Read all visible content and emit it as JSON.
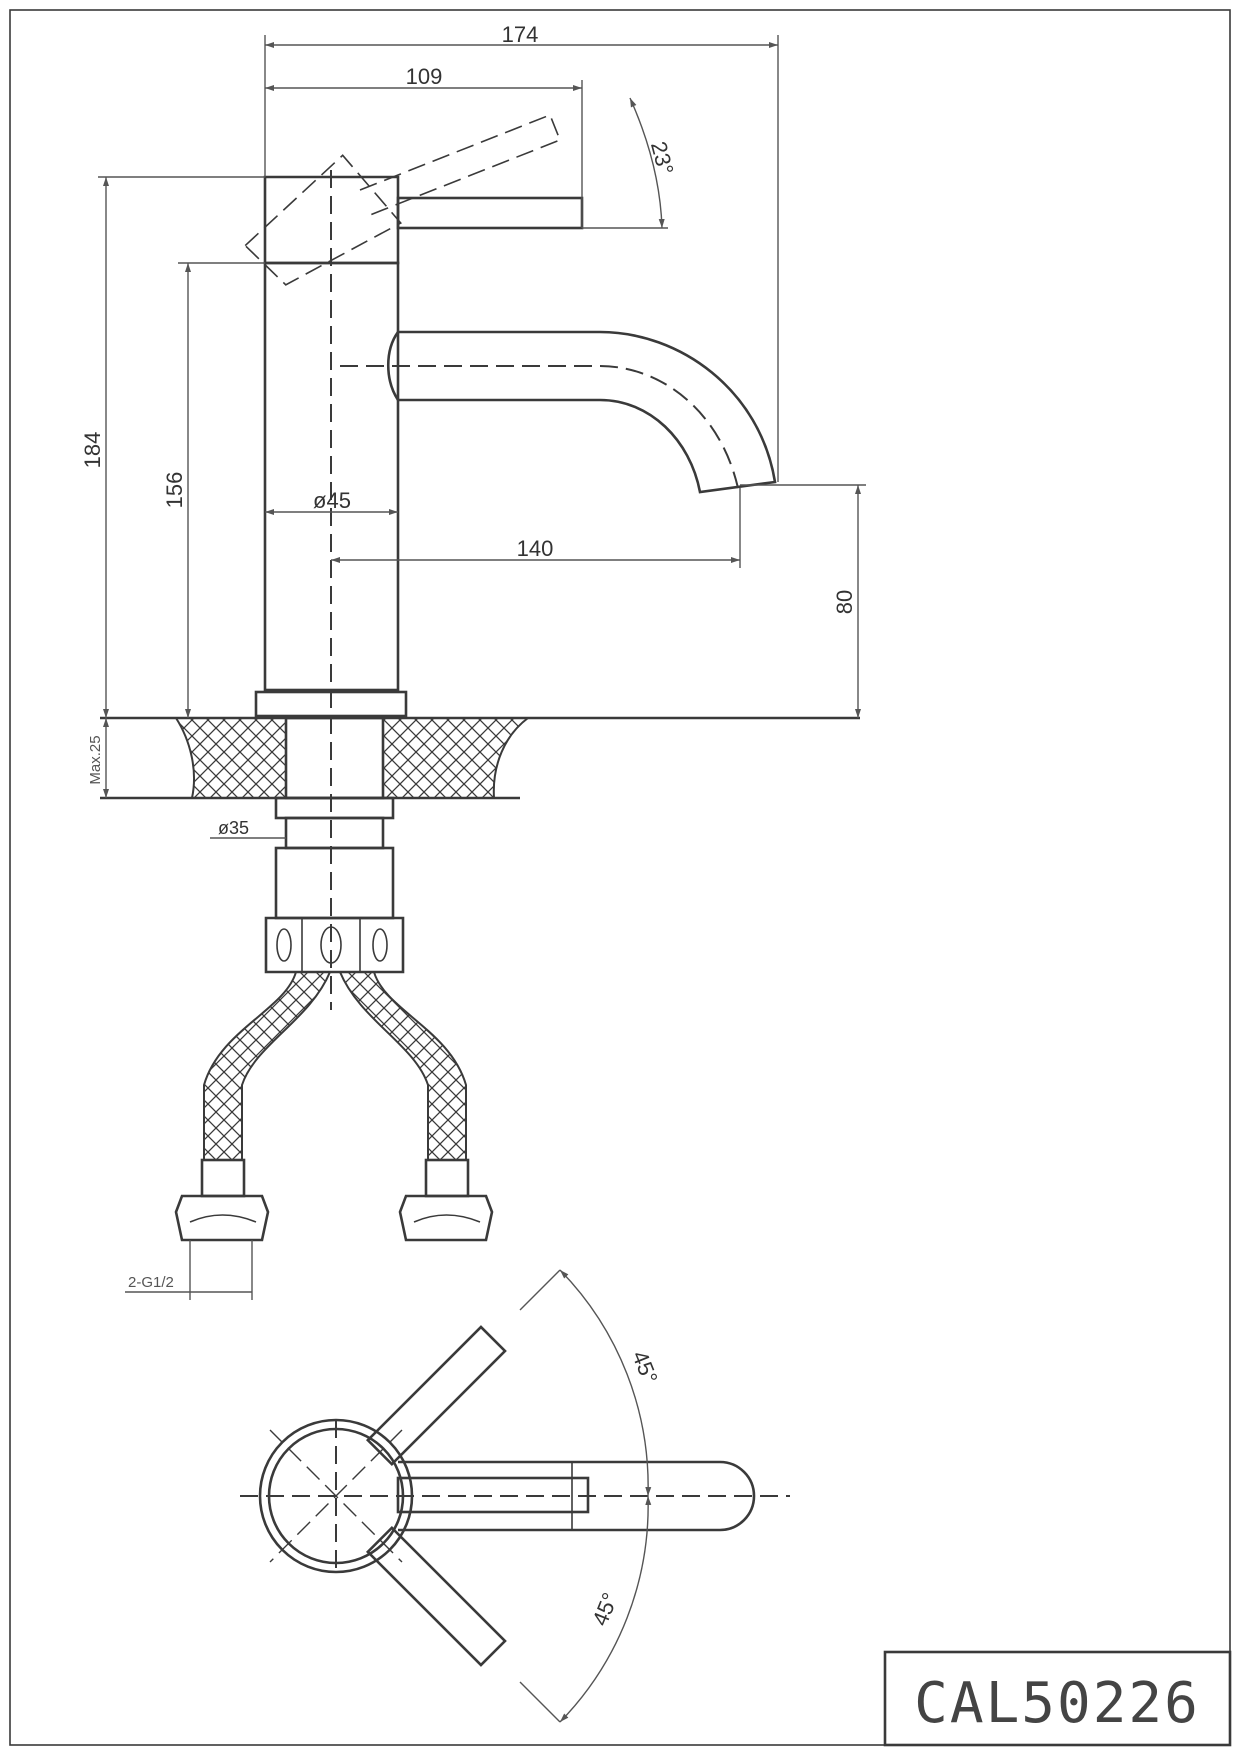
{
  "dimensions": {
    "overall_width": "174",
    "lever_reach": "109",
    "lever_angle": "23°",
    "total_height": "184",
    "body_height": "156",
    "body_diameter": "ø45",
    "spout_reach": "140",
    "spout_clearance": "80",
    "max_deck_thickness": "Max.25",
    "shank_diameter": "ø35",
    "hose_connection": "2-G1/2",
    "rotation_angle_upper": "45°",
    "rotation_angle_lower": "45°"
  },
  "model_code": "CAL50226",
  "colors": {
    "line": "#3a3a3a",
    "background": "#ffffff"
  }
}
